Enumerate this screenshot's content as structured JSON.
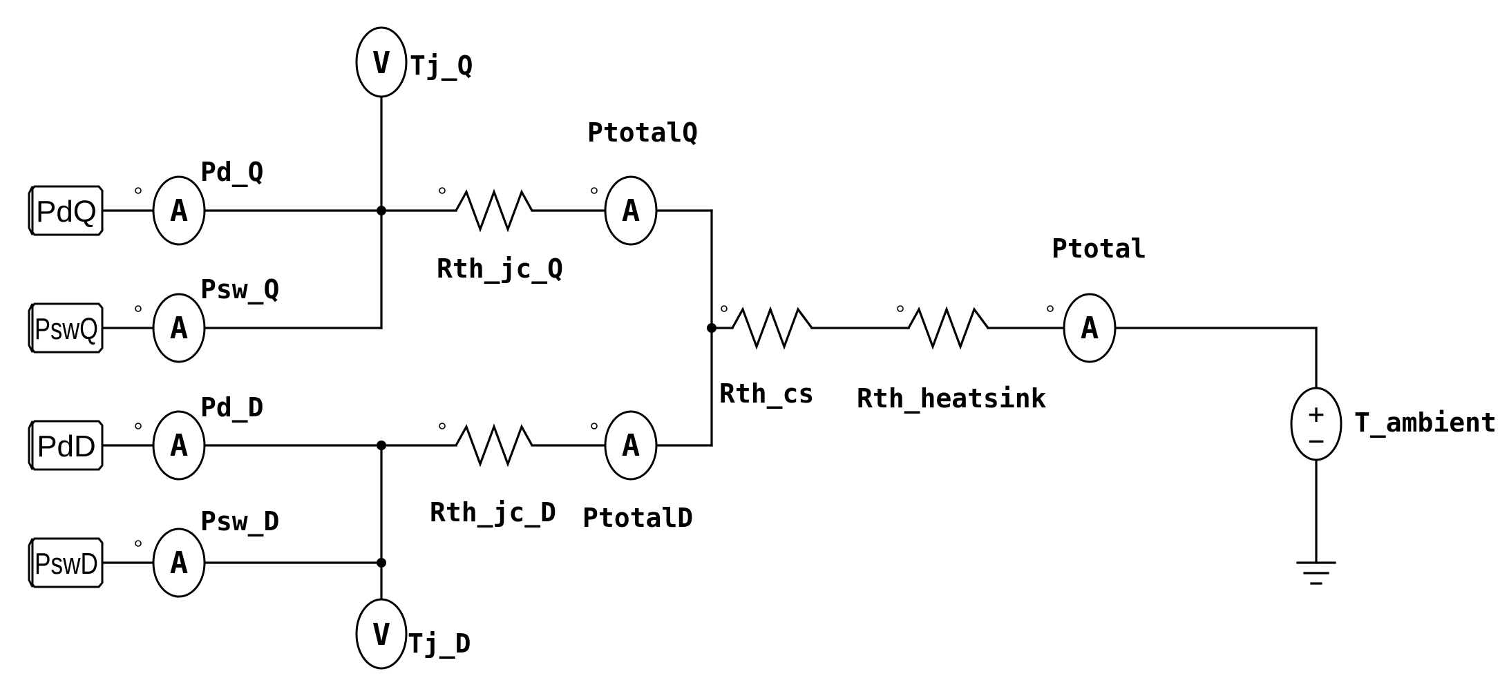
{
  "diagram": {
    "sources": {
      "pdq": "PdQ",
      "pswq": "PswQ",
      "pdd": "PdD",
      "pswd": "PswD"
    },
    "labels": {
      "pd_q": "Pd_Q",
      "psw_q": "Psw_Q",
      "pd_d": "Pd_D",
      "psw_d": "Psw_D",
      "tj_q": "Tj_Q",
      "tj_d": "Tj_D",
      "ptotal_q": "PtotalQ",
      "ptotal_d": "PtotalD",
      "ptotal": "Ptotal",
      "rth_jc_q": "Rth_jc_Q",
      "rth_jc_d": "Rth_jc_D",
      "rth_cs": "Rth_cs",
      "rth_heatsink": "Rth_heatsink",
      "t_ambient": "T_ambient"
    },
    "glyphs": {
      "ammeter": "A",
      "voltmeter": "V",
      "plus": "+",
      "minus": "−"
    }
  }
}
